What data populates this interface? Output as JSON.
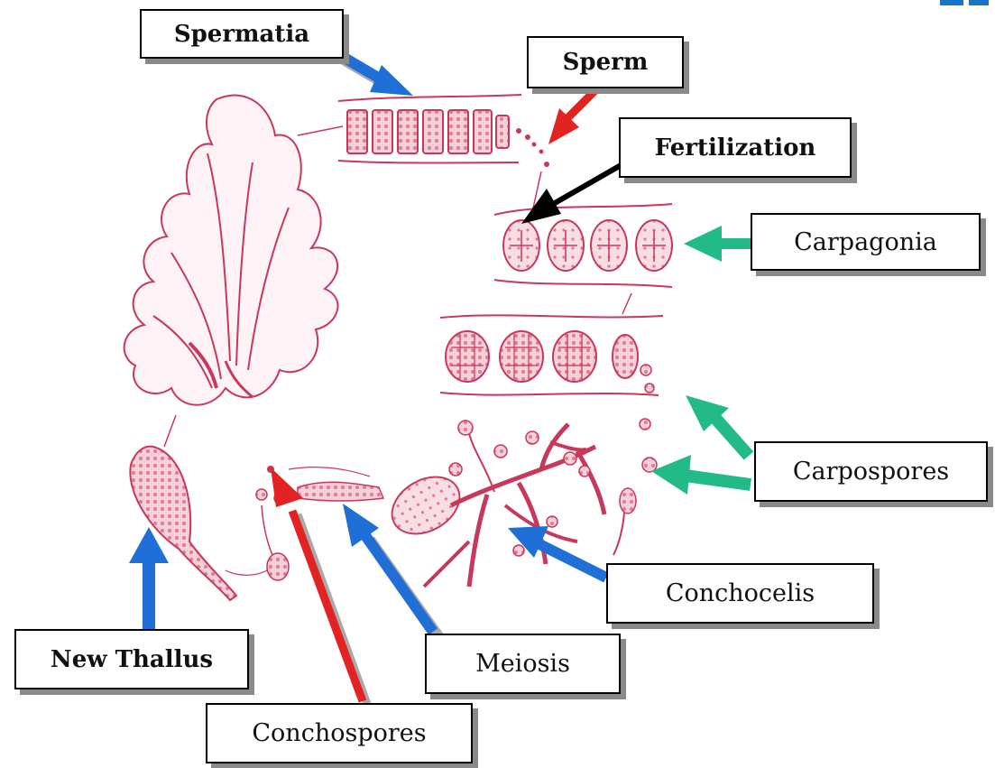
{
  "labels": {
    "spermatia": "Spermatia",
    "sperm": "Sperm",
    "fertilization": "Fertilization",
    "carpagonia": "Carpagonia",
    "carpospores": "Carpospores",
    "conchocelis": "Conchocelis",
    "meiosis": "Meiosis",
    "new_thallus": "New Thallus",
    "conchospores": "Conchospores"
  },
  "colors": {
    "arrow_blue": "#1f6fd6",
    "arrow_red": "#e32222",
    "arrow_green": "#22bb88",
    "arrow_black": "#000000",
    "illustration": "#c8385a",
    "illustration_fill": "#f6cfd9"
  }
}
